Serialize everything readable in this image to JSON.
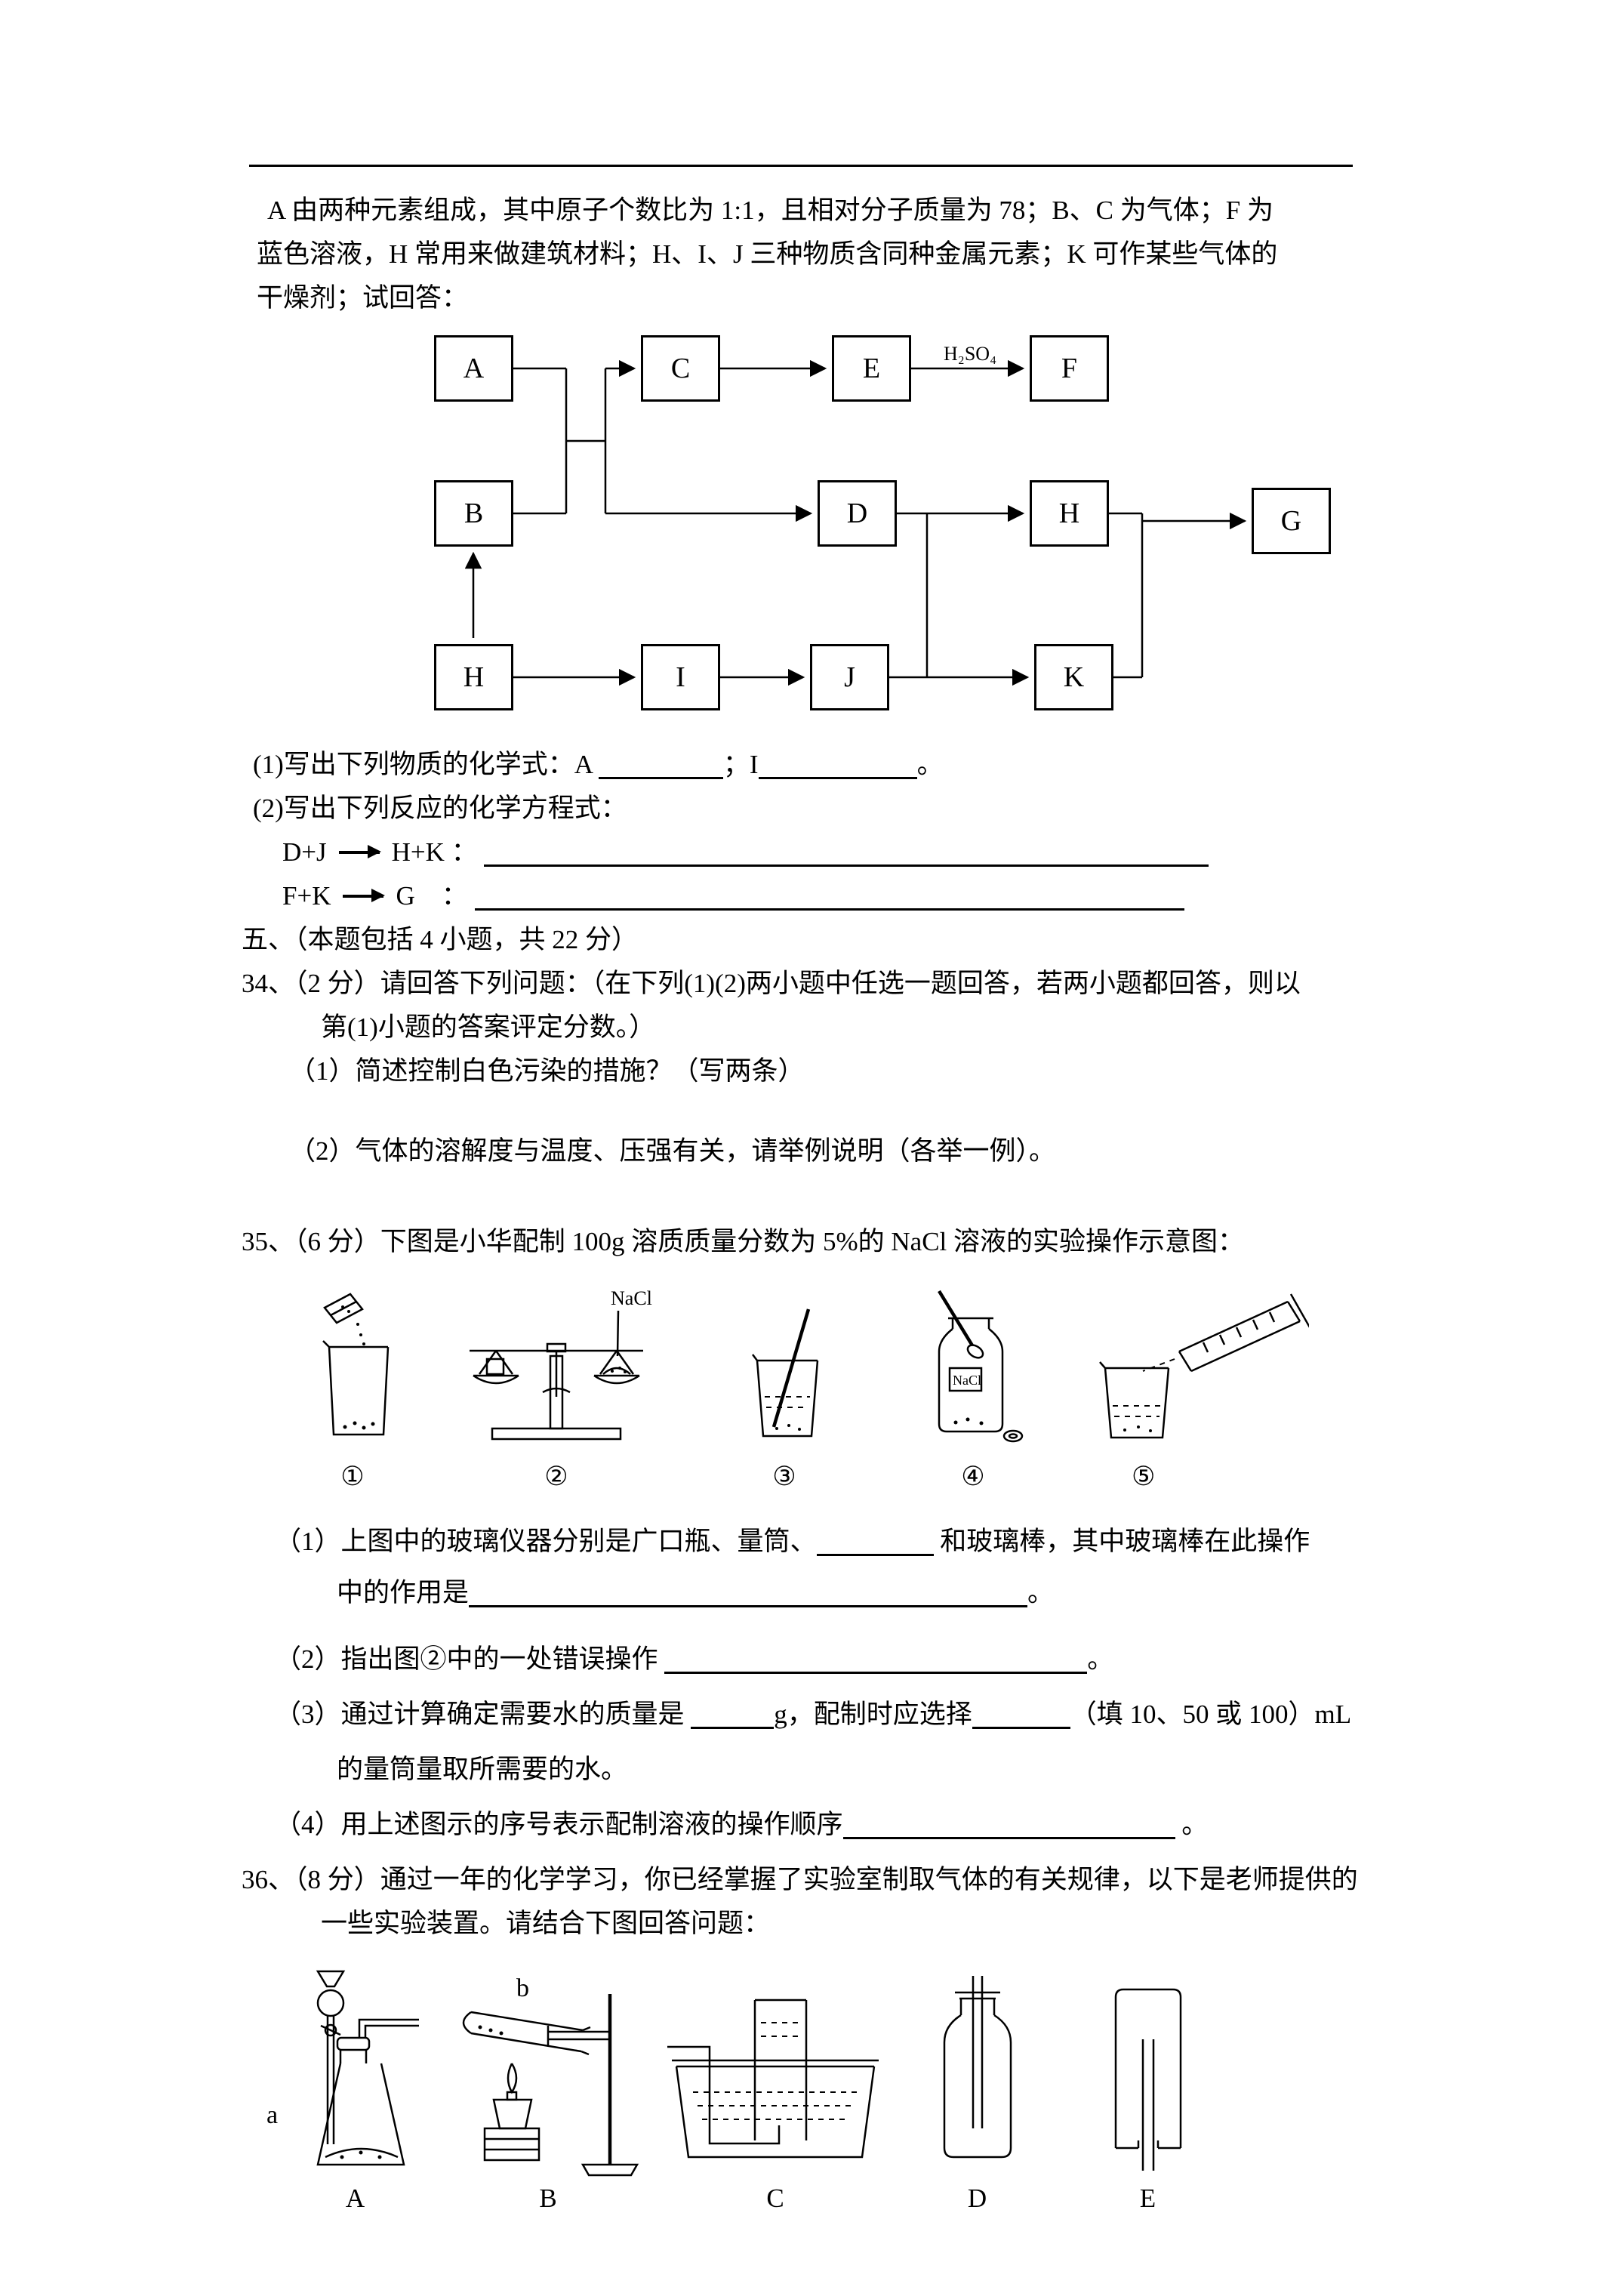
{
  "intro": {
    "line1": "A 由两种元素组成，其中原子个数比为 1:1，且相对分子质量为 78；B、C 为气体；F 为",
    "line2": "蓝色溶液，H 常用来做建筑材料；H、I、J 三种物质含同种金属元素；K 可作某些气体的",
    "line3": "干燥剂；试回答："
  },
  "flowchart": {
    "boxes": [
      "A",
      "C",
      "E",
      "F",
      "B",
      "D",
      "H",
      "G",
      "H",
      "I",
      "J",
      "K"
    ],
    "arrow_label": "H₂SO₄"
  },
  "q33": {
    "part1_pre": "(1)写出下列物质的化学式：A",
    "part1_mid": "；I",
    "part1_end": "。",
    "part2": "(2)写出下列反应的化学方程式：",
    "eq1_left": "D+J",
    "eq1_right": "H+K ：",
    "eq2_left": "F+K",
    "eq2_right": "G　："
  },
  "section5": {
    "heading": "五、（本题包括 4 小题，共 22 分）"
  },
  "q34": {
    "line1": "34、（2 分）请回答下列问题：（在下列(1)(2)两小题中任选一题回答，若两小题都回答，则以",
    "line2": "第(1)小题的答案评定分数。）",
    "item1": "（1）简述控制白色污染的措施？（写两条）",
    "item2": "（2）气体的溶解度与温度、压强有关，请举例说明（各举一例）。"
  },
  "q35": {
    "stem": "35、（6 分）下图是小华配制 100g 溶质质量分数为 5%的 NaCl 溶液的实验操作示意图：",
    "balance_label": "NaCl",
    "bottle_label": "NaCl",
    "fig_labels": [
      "①",
      "②",
      "③",
      "④",
      "⑤"
    ],
    "s1a": "（1）上图中的玻璃仪器分别是广口瓶、量筒、",
    "s1b": "和玻璃棒，其中玻璃棒在此操作",
    "s1c": "中的作用是",
    "period": "。",
    "s2": "（2）指出图②中的一处错误操作",
    "s3a": "（3）通过计算确定需要水的质量是",
    "s3b": "g，配制时应选择",
    "s3c": "（填 10、50 或 100）mL",
    "s3d": "的量筒量取所需要的水。",
    "s4": "（4）用上述图示的序号表示配制溶液的操作顺序",
    "s4_end": "。"
  },
  "q36": {
    "line1": "36、（8 分）通过一年的化学学习，你已经掌握了实验室制取气体的有关规律，以下是老师提供的",
    "line2": "一些实验装置。请结合下图回答问题：",
    "label_a": "a",
    "label_b": "b",
    "fig_labels": [
      "A",
      "B",
      "C",
      "D",
      "E"
    ]
  }
}
